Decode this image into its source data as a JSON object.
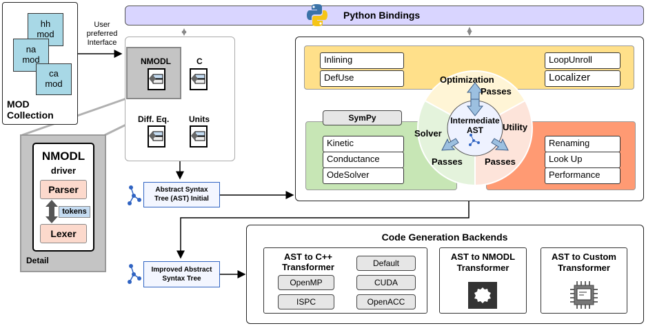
{
  "python_bindings": "Python Bindings",
  "mod_collection": {
    "files": [
      {
        "line1": "hh",
        "line2": "mod"
      },
      {
        "line1": "na",
        "line2": "mod"
      },
      {
        "line1": "ca",
        "line2": "mod"
      }
    ],
    "title_line1": "MOD",
    "title_line2": "Collection"
  },
  "user_interface": {
    "line1": "User",
    "line2": "preferred",
    "line3": "Interface"
  },
  "frontends": [
    "NMODL",
    "C",
    "Diff. Eq.",
    "Units"
  ],
  "detail": {
    "title": "NMODL",
    "subtitle": "driver",
    "parser": "Parser",
    "lexer": "Lexer",
    "tokens": "tokens",
    "label": "Detail"
  },
  "ast_initial": {
    "line1": "Abstract Syntax",
    "line2": "Tree (AST) Initial"
  },
  "ast_improved": {
    "line1": "Improved Abstract",
    "line2": "Syntax Tree"
  },
  "passes": {
    "optimization": {
      "title": "Optimization",
      "word": "Passes",
      "left_items": [
        "Inlining",
        "DefUse"
      ],
      "right_items": [
        "LoopUnroll",
        "Localizer"
      ]
    },
    "solver": {
      "title": "Solver",
      "word": "Passes",
      "tag": "SymPy",
      "items": [
        "Kinetic",
        "Conductance",
        "OdeSolver"
      ]
    },
    "utility": {
      "title": "Utility",
      "word": "Passes",
      "items": [
        "Renaming",
        "Look Up",
        "Performance"
      ]
    },
    "center": {
      "line1": "Intermediate",
      "line2": "AST"
    }
  },
  "backends": {
    "title": "Code Generation Backends",
    "cpp": {
      "line1": "AST to C++",
      "line2": "Transformer",
      "options": [
        "Default",
        "OpenMP",
        "CUDA",
        "ISPC",
        "OpenACC"
      ]
    },
    "nmodl": {
      "line1": "AST to NMODL",
      "line2": "Transformer"
    },
    "custom": {
      "line1": "AST to Custom",
      "line2": "Transformer"
    }
  },
  "colors": {
    "bindings_bg": "#d9d5ff",
    "optimization_bg": "#ffe08a",
    "solver_bg": "#c7e6b5",
    "utility_bg": "#ff9a73",
    "file_blue": "#a8d8e6",
    "detail_gray": "#c4c4c4",
    "parser_bg": "#fcd9cc",
    "tokens_bg": "#c5dcf2"
  }
}
